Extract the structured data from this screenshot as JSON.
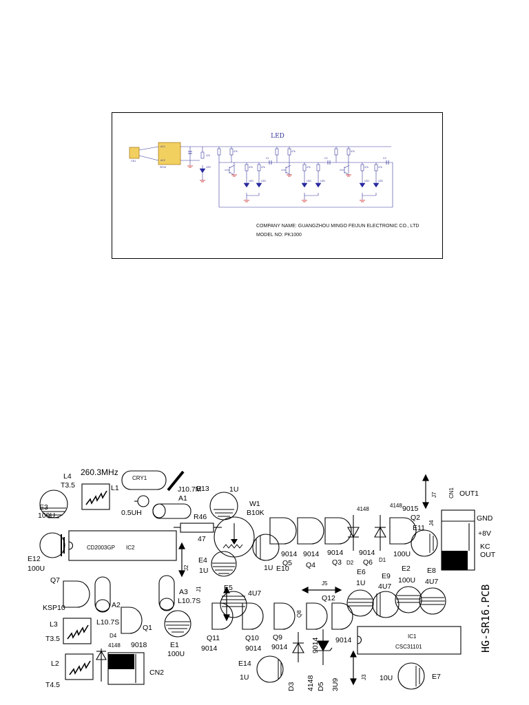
{
  "schematic": {
    "title": "LED",
    "company": "COMPANY NAME: GUANGZHOU MINGO FEIJUN ELECTRONIC CO., LTD",
    "model": "MODEL NO: PK1000",
    "ic_name": "SR16",
    "connector": "CN1",
    "pins": [
      "AC1",
      "AC2"
    ],
    "led_labels": [
      "LED",
      "LED",
      "LED",
      "LED",
      "LED",
      "LED",
      "LED"
    ],
    "resistor_labels": [
      "47k",
      "47k",
      "47k",
      "47k",
      "47k",
      "47k",
      "47k",
      "47k",
      "47k"
    ],
    "cap_labels": [
      "C1",
      "C2",
      "C3"
    ]
  },
  "pcb": {
    "board_name": "HG-SR16.PCB",
    "labels": {
      "l4": "L4",
      "t35": "T3.5",
      "freq": "260.3MHz",
      "cry1": "CRY1",
      "l1": "L1",
      "j107": "J10.7M",
      "e13": "E13",
      "e13v": "1U",
      "a1": "A1",
      "ind05": "0.5UH",
      "e3": "E3",
      "e3v": "100U",
      "r46": "R46",
      "r46v": "47",
      "w1": "W1",
      "w1v": "B10K",
      "ic2p": "CD2003GP",
      "ic2": "IC2",
      "e12": "E12",
      "e12v": "100U",
      "e4": "E4",
      "e4v": "1U",
      "j2": "J2",
      "e10v": "1U",
      "e10": "E10",
      "q5v": "9014",
      "q5": "Q5",
      "q4v": "9014",
      "q4": "Q4",
      "q3v": "9014",
      "q3": "Q3",
      "d2": "D2",
      "q6v": "9014",
      "q6": "Q6",
      "d1": "D1",
      "d2v": "4148",
      "d1v": "4148",
      "q2v": "9015",
      "q2": "Q2",
      "e11": "E11",
      "e11v": "100U",
      "j4": "J4",
      "j7": "J7",
      "cn1": "CN1",
      "out1": "OUT1",
      "gnd": "GND",
      "p8v": "+8V",
      "kc": "KC",
      "out": "OUT",
      "q7": "Q7",
      "ksp": "KSP10",
      "j1": "J1",
      "a3": "A3",
      "l107": "L10.7S",
      "a2": "A2",
      "l107b": "L10.7S",
      "q1": "Q1",
      "q1v": "9018",
      "e5": "E5",
      "e5v": "4U7",
      "j5": "J5",
      "q12": "Q12",
      "e6": "E6",
      "e6v": "1U",
      "e9": "E9",
      "e9v": "4U7",
      "e2": "E2",
      "e2v": "100U",
      "e8": "E8",
      "e8v": "4U7",
      "l3": "L3",
      "t35b": "T3.5",
      "d4": "D4",
      "d4v": "4148",
      "e1": "E1",
      "e1v": "100U",
      "q11": "Q11",
      "q11v": "9014",
      "q10": "Q10",
      "q10v": "9014",
      "q9": "Q9",
      "q9v": "9014",
      "q8": "Q8",
      "q8v": "9014",
      "ic1": "IC1",
      "ic1p": "CSC31101",
      "l2": "L2",
      "t45": "T4.5",
      "cn2": "CN2",
      "e14": "E14",
      "e14v": "1U",
      "d3": "D3",
      "d3v": "4148",
      "d5": "D5",
      "d5v": "3U9",
      "j3": "J3",
      "e7v": "10U",
      "e7": "E7"
    }
  }
}
